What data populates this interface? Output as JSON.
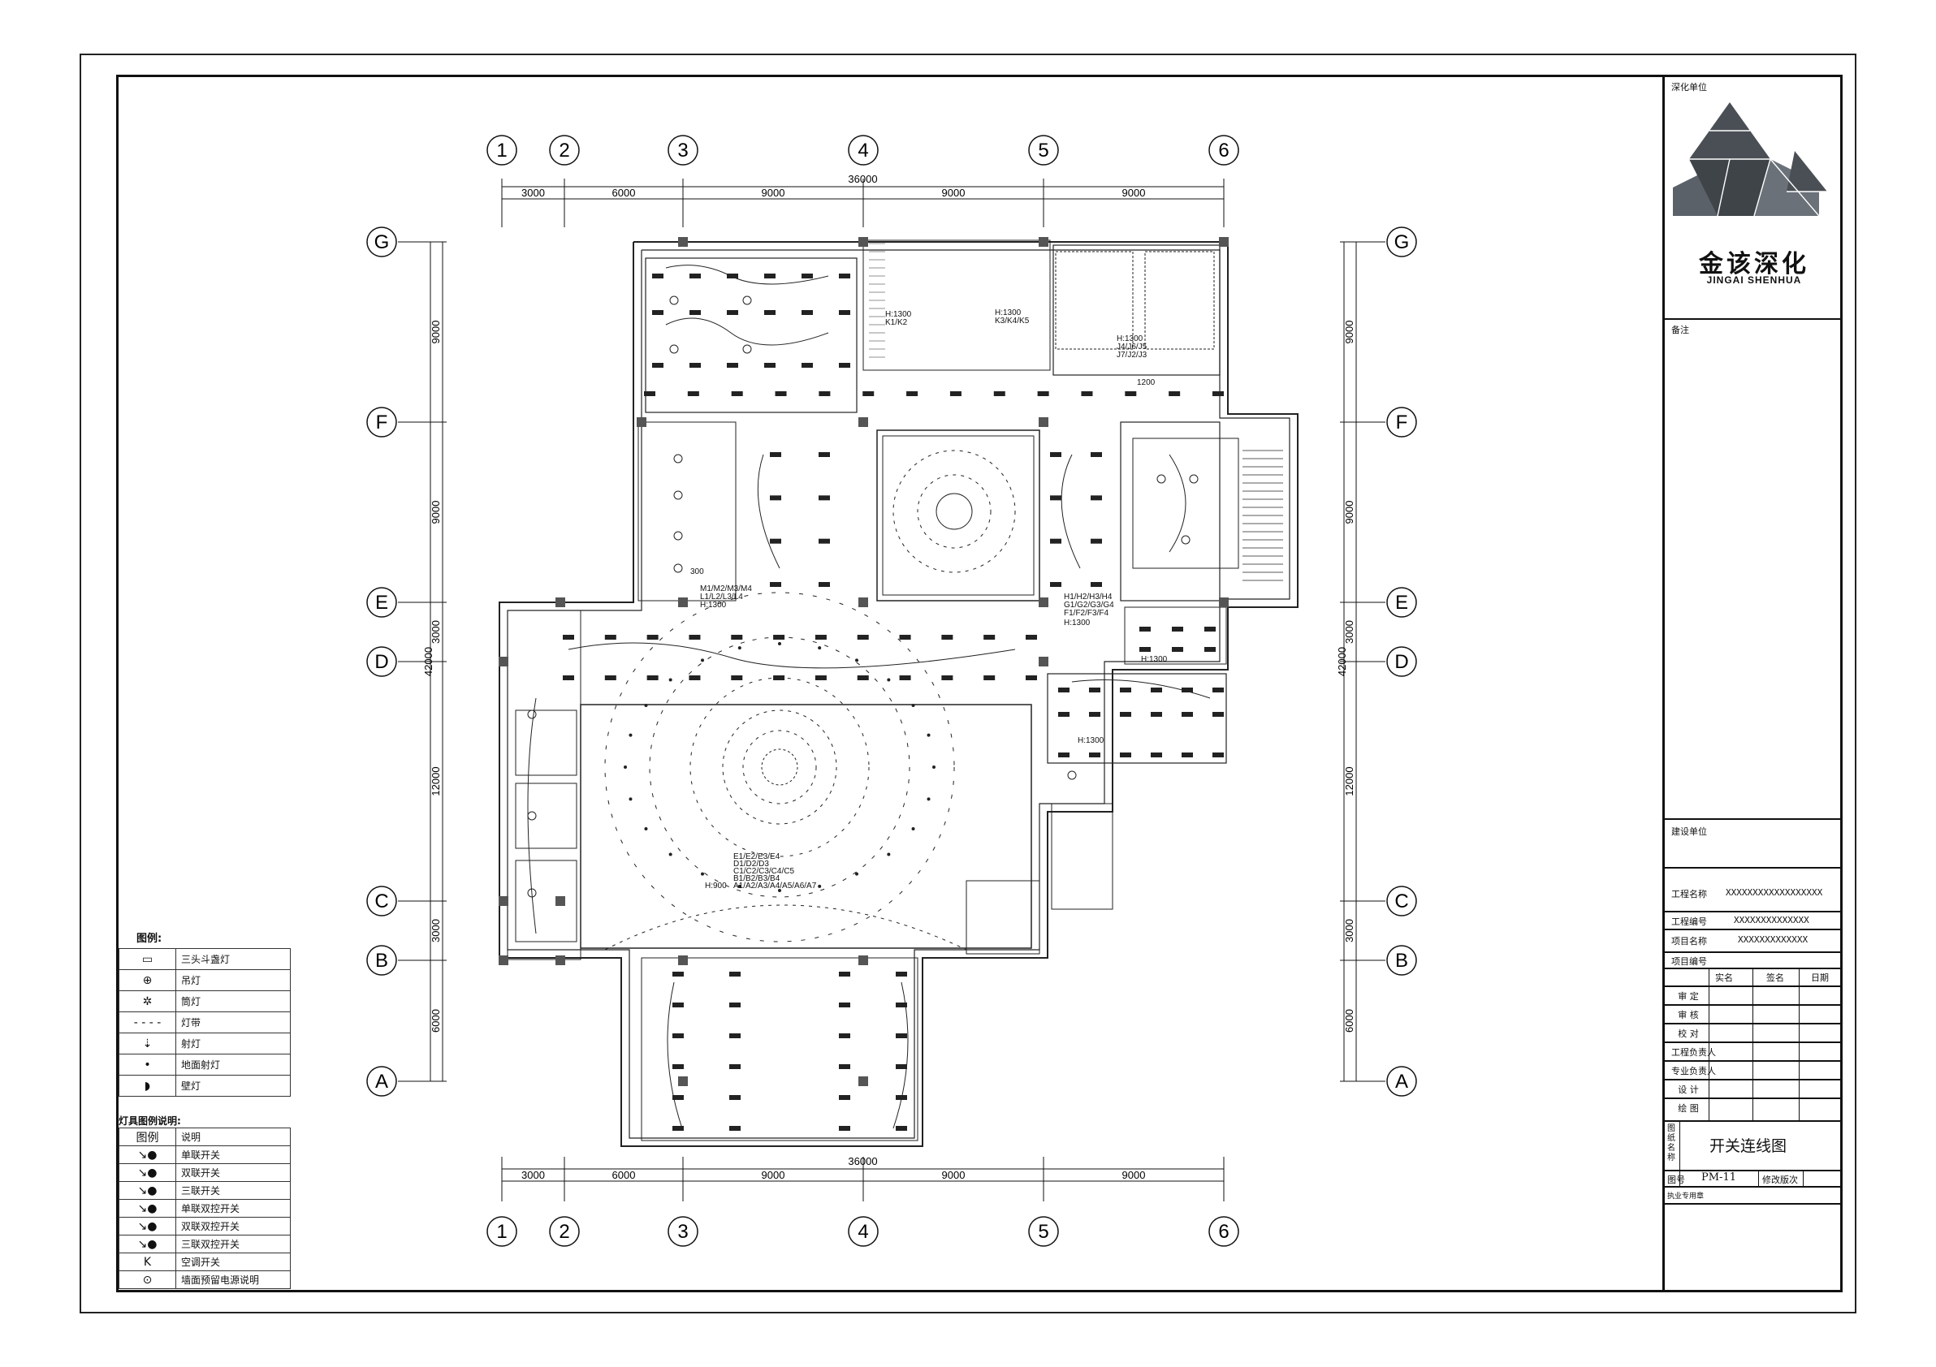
{
  "grid": {
    "columns": [
      "1",
      "2",
      "3",
      "4",
      "5",
      "6"
    ],
    "rows": [
      "G",
      "F",
      "E",
      "D",
      "C",
      "B",
      "A"
    ],
    "top_spans": [
      "3000",
      "6000",
      "9000",
      "9000",
      "9000"
    ],
    "total_width": "36000",
    "left_spans": [
      "9000",
      "9000",
      "3000",
      "12000",
      "3000",
      "6000"
    ],
    "total_height": "42000"
  },
  "annotations": {
    "h1300_a": "H:1300",
    "h1300_b": "H:1300",
    "h1300_c": "H:1300",
    "h1300_d": "H:1300",
    "h1300_e": "H:1300",
    "h1300_f": "H:1300",
    "h1300_g": "H:1300",
    "h900": "H:900",
    "dim1200": "1200",
    "dim300": "300",
    "k_group1": "K1/K2",
    "k_group2": "K3/K4/K5",
    "j_group1": "J4/J6/J5",
    "j_group2": "J7/J2/J3",
    "m_group": "M1/M2/M3/M4",
    "l_group": "L1/L2/L3/L4",
    "h_group": "H1/H2/H3/H4",
    "g_group": "G1/G2/G3/G4",
    "f_group": "F1/F2/F3/F4",
    "e_group": "E1/E2/E3/E4",
    "d_group": "D1/D2/D3",
    "c_group": "C1/C2/C3/C4/C5",
    "b_group": "B1/B2/B3/B4",
    "a_group": "A1/A2/A3/A4/A5/A6/A7"
  },
  "legend": {
    "title": "图例:",
    "items": [
      {
        "symbol": "▭",
        "label": "三头斗盏灯"
      },
      {
        "symbol": "⊕",
        "label": "吊灯"
      },
      {
        "symbol": "✲",
        "label": "筒灯"
      },
      {
        "symbol": "- - - -",
        "label": "灯带"
      },
      {
        "symbol": "⇣",
        "label": "射灯"
      },
      {
        "symbol": "•",
        "label": "地面射灯"
      },
      {
        "symbol": "◗",
        "label": "壁灯"
      }
    ],
    "switch_title": "灯具图例说明:",
    "switch_header": [
      "图例",
      "说明"
    ],
    "switches": [
      {
        "symbol": "↘●",
        "label": "单联开关"
      },
      {
        "symbol": "↘●",
        "label": "双联开关"
      },
      {
        "symbol": "↘●",
        "label": "三联开关"
      },
      {
        "symbol": "↘●",
        "label": "单联双控开关"
      },
      {
        "symbol": "↘●",
        "label": "双联双控开关"
      },
      {
        "symbol": "↘●",
        "label": "三联双控开关"
      },
      {
        "symbol": "K",
        "label": "空调开关"
      },
      {
        "symbol": "⊙",
        "label": "墙面预留电源说明"
      }
    ]
  },
  "titleblock": {
    "design_unit_label": "深化单位",
    "company_cn": "金该深化",
    "company_en": "JINGAI SHENHUA",
    "remarks_label": "备注",
    "client_label": "建设单位",
    "project_name_label": "工程名称",
    "project_name_value": "XXXXXXXXXXXXXXXXXX",
    "project_no_label": "工程编号",
    "project_no_value": "XXXXXXXXXXXXXX",
    "item_name_label": "项目名称",
    "item_name_value": "XXXXXXXXXXXXX",
    "item_no_label": "项目编号",
    "sign_header": [
      "实名",
      "签名",
      "日期"
    ],
    "roles": [
      "审 定",
      "审 核",
      "校 对",
      "工程负责人",
      "专业负责人",
      "设 计",
      "绘 图"
    ],
    "drawing_name_label": "图纸名称",
    "drawing_name_value": "开关连线图",
    "drawing_no_label": "图号",
    "drawing_no_value": "PM-11",
    "revision_label": "修改版次",
    "seal_label": "执业专用章"
  },
  "colors": {
    "line": "#222222",
    "logo_dark": "#4a4f55",
    "logo_mid": "#6b7178",
    "column_fill": "#555555"
  }
}
